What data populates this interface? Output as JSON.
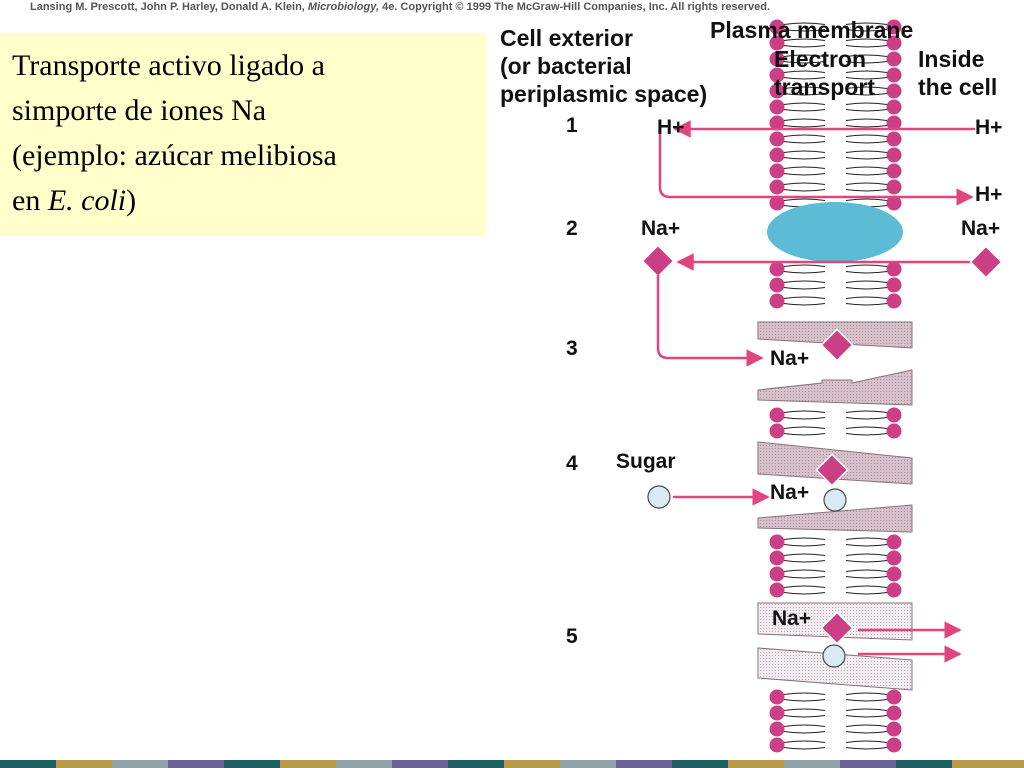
{
  "copyright": {
    "authors": "Lansing M. Prescott, John P. Harley, Donald A. Klein,",
    "book": "Microbiology,",
    "rest": "4e. Copyright © 1999 The McGraw-Hill Companies, Inc. All rights reserved."
  },
  "note": {
    "line1": "Transporte activo ligado a",
    "line2": "simporte de iones Na",
    "line3": "(ejemplo: azúcar melibiosa",
    "line4_prefix": "en ",
    "line4_italic": "E. coli",
    "line4_suffix": ")"
  },
  "diagram": {
    "headers": {
      "cell_exterior_1": "Cell exterior",
      "cell_exterior_2": "(or bacterial",
      "cell_exterior_3": "periplasmic space)",
      "plasma_membrane": "Plasma membrane",
      "electron_1": "Electron",
      "electron_2": "transport",
      "inside_1": "Inside",
      "inside_2": "the cell"
    },
    "steps": [
      "1",
      "2",
      "3",
      "4",
      "5"
    ],
    "ions": {
      "h_out": "H+",
      "h_in_1": "H+",
      "h_in_2": "H+",
      "na_out": "Na+",
      "na_in": "Na+",
      "na_step3": "Na+",
      "na_step4": "Na+",
      "na_step5": "Na+",
      "sugar": "Sugar"
    },
    "colors": {
      "lipid_head": "#cc3f85",
      "arrow": "#e0457f",
      "ion_diamond": "#cc3f85",
      "electron_transport": "#5cbcd6",
      "carrier": "#d9c6cf",
      "carrier_light": "#efe6ea",
      "sugar_circle": "#d8eaf4"
    }
  },
  "footer_colors": [
    "#1f5f5f",
    "#b89a4c",
    "#8fa3a8",
    "#6a6398",
    "#1f5f5f",
    "#b89a4c",
    "#8fa3a8",
    "#6a6398",
    "#1f5f5f",
    "#b89a4c",
    "#8fa3a8",
    "#6a6398",
    "#1f5f5f",
    "#b89a4c",
    "#8fa3a8",
    "#6a6398",
    "#1f5f5f",
    "#b89a4c"
  ]
}
